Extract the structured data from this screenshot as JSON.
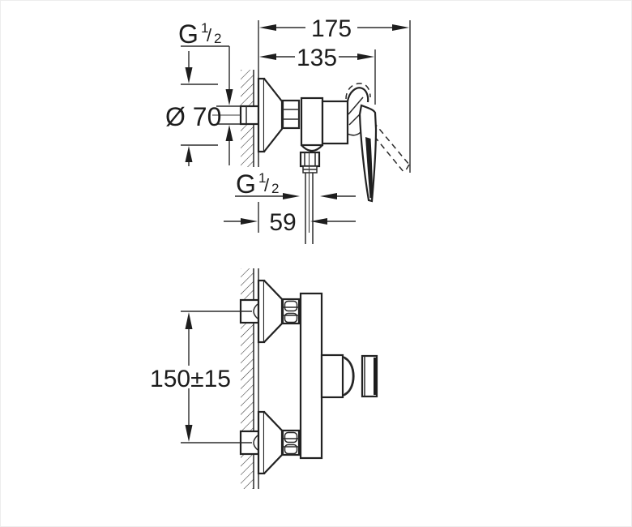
{
  "page": {
    "background": "#ffffff",
    "line_color": "#222222",
    "dimension_color": "#2b2b2b",
    "description_kind": "technical-installation-drawing"
  },
  "views": {
    "side_view": {
      "name": "side view (wall-mounted shower mixer, handle right)"
    },
    "plan_view": {
      "name": "plan view (two wall unions, body and lever end-on)"
    }
  },
  "dims": {
    "width_total": "175",
    "width_to_handle_front": "135",
    "outlet_offset": "59",
    "rosette_diameter": "Ø 70",
    "union_centers": "150±15",
    "thread": {
      "full": "G 1/2",
      "base": "G",
      "num": "1",
      "slash": "/",
      "den": "2"
    }
  }
}
